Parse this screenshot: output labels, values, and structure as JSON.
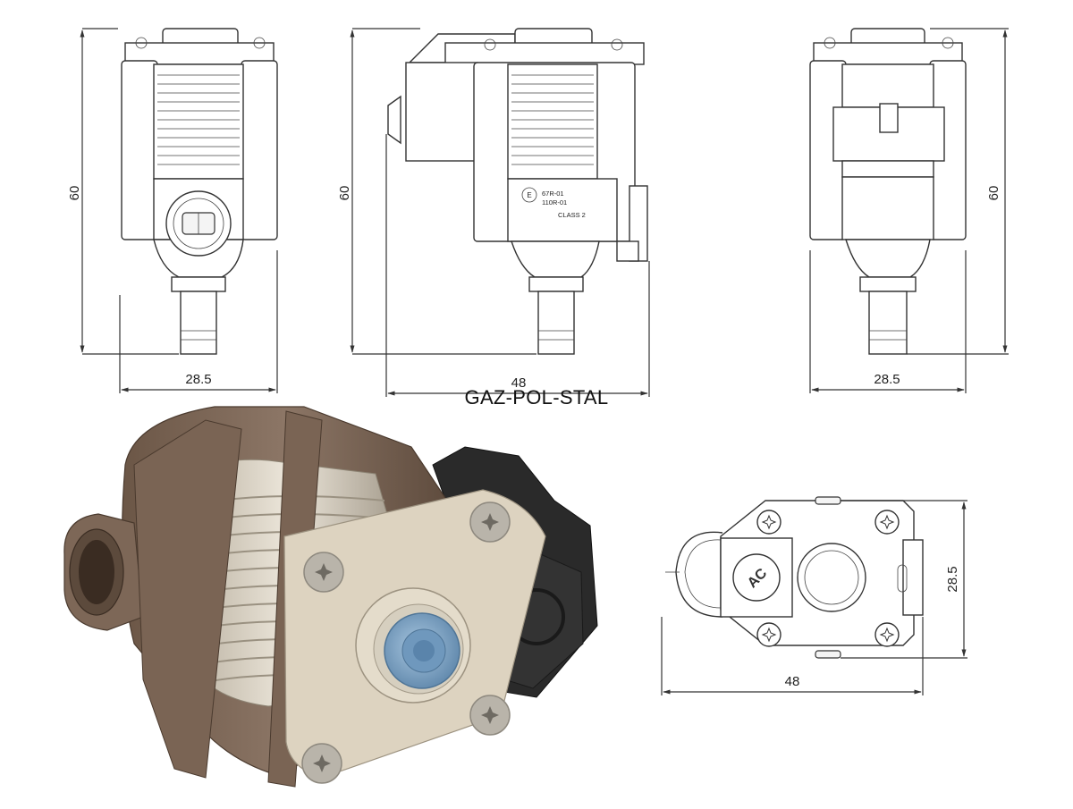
{
  "brand": "GAZ-POL-STAL",
  "views": {
    "front": {
      "height": "60",
      "width": "28.5"
    },
    "side": {
      "height": "60",
      "width": "48",
      "marking_lines": [
        "67R-01",
        "110R-01",
        "CLASS 2"
      ]
    },
    "back": {
      "height": "60",
      "width": "28.5"
    },
    "top": {
      "height": "28.5",
      "width": "48"
    }
  },
  "colors": {
    "line": "#333333",
    "body_brown": "#7a6555",
    "metal_silver": "#cfc6b6",
    "cap_black": "#2a2a2a",
    "nozzle_blue": "#7fa6c9"
  }
}
